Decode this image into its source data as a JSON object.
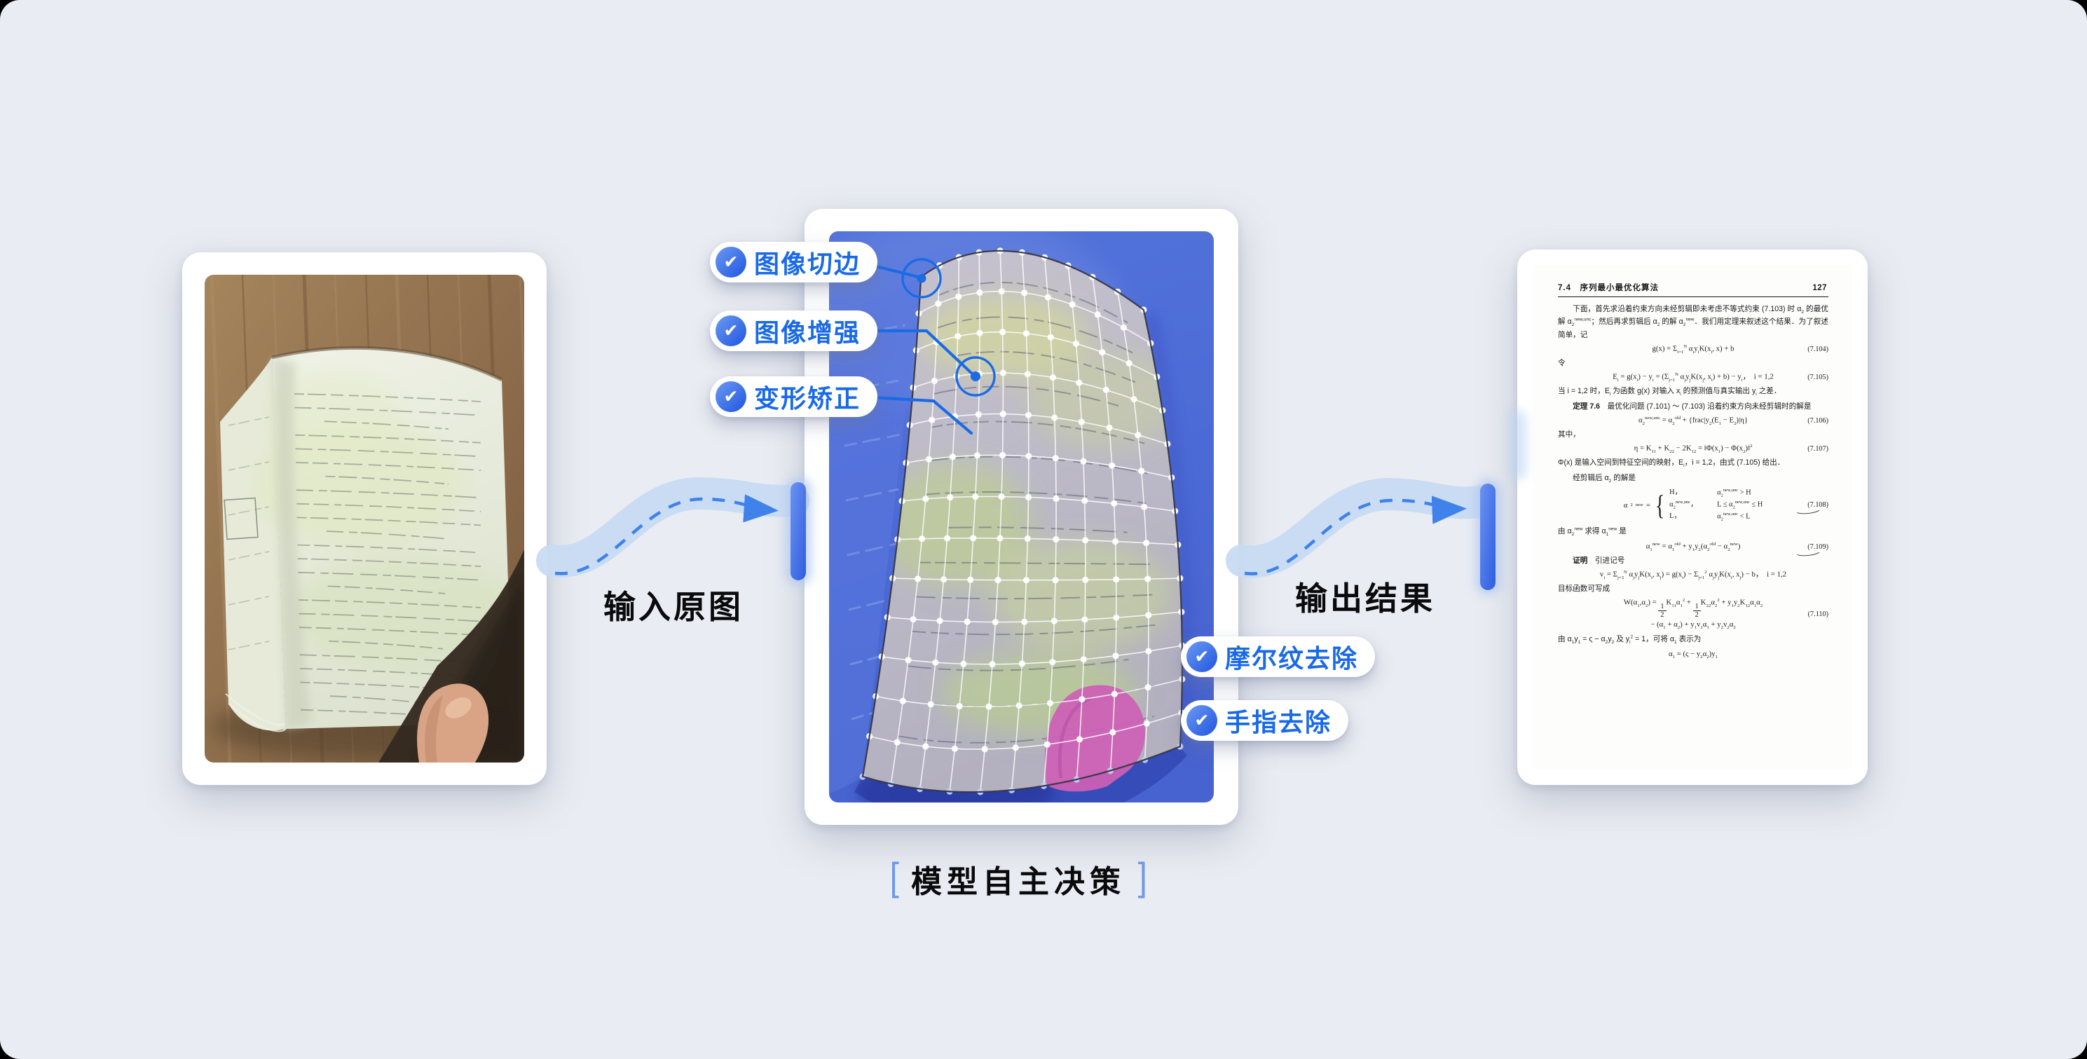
{
  "stage": {
    "input_label": "输入原图",
    "output_label": "输出结果"
  },
  "caption": {
    "left_bracket": "[",
    "text": "模型自主决策",
    "right_bracket": "]"
  },
  "annotations": {
    "check_glyph": "✔",
    "left": [
      {
        "label": "图像切边"
      },
      {
        "label": "图像增强"
      },
      {
        "label": "变形矫正"
      }
    ],
    "right": [
      {
        "label": "摩尔纹去除"
      },
      {
        "label": "手指去除"
      }
    ]
  },
  "document": {
    "header": {
      "section": "7.4",
      "title": "序列最小最优化算法",
      "page_number": "127"
    },
    "items": [
      {
        "t": "p",
        "ind": true,
        "x": "下面，首先求沿着约束方向未经剪辑即未考虑不等式约束 (7.103) 时 α_{2} 的最优解 α_{2}^{new,unc}；然后再求剪辑后 α_{2} 的解 α_{2}^{new}．我们用定理来叙述这个结果．为了叙述简单，记"
      },
      {
        "t": "eq",
        "x": "g(x) = Σ_{i=1}^{N} α_{i}y_{i}K(x_{i}, x) + b",
        "n": "(7.104)"
      },
      {
        "t": "p",
        "x": "令"
      },
      {
        "t": "eq",
        "x": "E_{i} = g(x_{i}) − y_{i} = (Σ_{j=1}^{N} α_{j}y_{j}K(x_{j}, x_{i}) + b) − y_{i}，　i = 1,2",
        "n": "(7.105)"
      },
      {
        "t": "p",
        "x": "当 i = 1,2 时，E_{i} 为函数 g(x) 对输入 x_{i} 的预测值与真实输出 y_{i} 之差．"
      },
      {
        "t": "p",
        "ind": true,
        "x": "**定理 7.6**　最优化问题 (7.101) ～ (7.103) 沿着约束方向未经剪辑时的解是"
      },
      {
        "t": "eq",
        "x": "α_{2}^{new,unc} = α_{2}^{old} + {frac|y_{2}(E_{1} − E_{2})|η}",
        "n": "(7.106)"
      },
      {
        "t": "p",
        "x": "其中，"
      },
      {
        "t": "eq",
        "x": "η = K_{11} + K_{22} − 2K_{12} = ‖Φ(x_{1}) − Φ(x_{2})‖^{2}",
        "n": "(7.107)"
      },
      {
        "t": "p",
        "x": "Φ(x) 是输入空间到特征空间的映射，E_{i}，i = 1,2，由式 (7.105) 给出．"
      },
      {
        "t": "p",
        "ind": true,
        "x": "经剪辑后 α_{2} 的解是"
      },
      {
        "t": "cases",
        "lhs": "α_{2}^{new} =",
        "rows": [
          "H，",
          "α_{2}^{new,unc}，",
          "L，"
        ],
        "conds": [
          "α_{2}^{new,unc} > H",
          "L ≤ α_{2}^{new,unc} ≤ H",
          "α_{2}^{new,unc} < L"
        ],
        "n": "(7.108)",
        "mark": true
      },
      {
        "t": "p",
        "x": "由 α_{2}^{new} 求得 α_{1}^{new} 是"
      },
      {
        "t": "eq",
        "x": "α_{1}^{new} = α_{1}^{old} + y_{1}y_{2}(α_{2}^{old} − α_{2}^{new})",
        "n": "(7.109)",
        "mark": true
      },
      {
        "t": "p",
        "ind": true,
        "x": "**证明**　引进记号"
      },
      {
        "t": "eq",
        "x": "v_{i} = Σ_{j=3}^{N} α_{j}y_{j}K(x_{i}, x_{j}) = g(x_{i}) − Σ_{j=1}^{2} α_{j}y_{j}K(x_{i}, x_{j}) − b，　i = 1,2",
        "n": ""
      },
      {
        "t": "p",
        "x": "目标函数可写成"
      },
      {
        "t": "eq2",
        "x": "W(α_{1},α_{2}) = {frac|1|2}K_{11}α_{1}^{2} + {frac|1|2}K_{22}α_{2}^{2} + y_{1}y_{2}K_{12}α_{1}α_{2}",
        "x2": "− (α_{1} + α_{2}) + y_{1}v_{1}α_{1} + y_{2}v_{2}α_{2}",
        "n": "(7.110)"
      },
      {
        "t": "p",
        "x": "由 α_{1}y_{1} = ς − α_{2}y_{2} 及 y_{i}^{2} = 1，可将 α_{1} 表示为"
      },
      {
        "t": "eq",
        "x": "α_{1} = (ς − y_{2}α_{2})y_{1}",
        "n": ""
      }
    ]
  },
  "colors": {
    "canvas_background": "#e9ecf2",
    "accent_blue": "#1a6ae6",
    "ribbon_blue": "#c8dbf2",
    "dash_arrow_blue": "#3f83ea",
    "connector_bar_blue": "#3e6be4",
    "image_background_blue": "#4c6bd6",
    "finger_mask_pink": "#cd60b6",
    "caption_bracket_blue": "#6f9ae6"
  }
}
